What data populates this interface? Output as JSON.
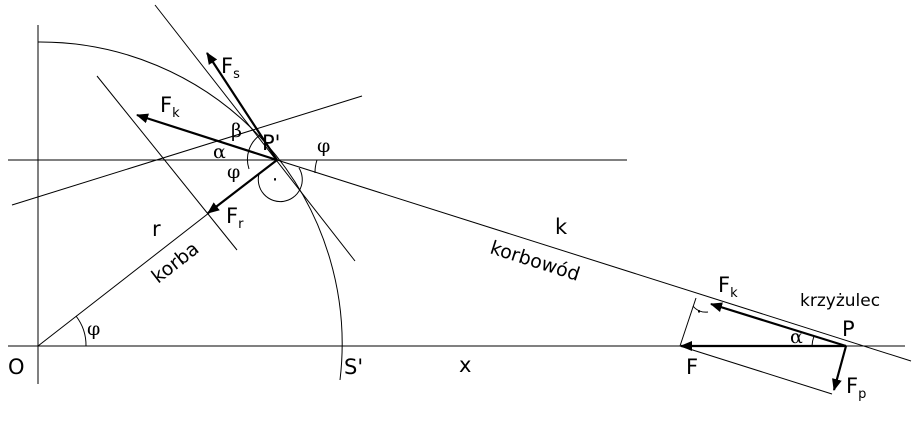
{
  "labels": {
    "O": "O",
    "S_prime": "S'",
    "x": "x",
    "F": "F",
    "P": "P",
    "P_prime": "P'",
    "r": "r",
    "k": "k",
    "korba": "korba",
    "korbowod": "korbowód",
    "krzyzulec": "krzyżulec",
    "phi": "φ",
    "alpha": "α",
    "beta": "β",
    "right_angle_dot": "·"
  },
  "forces": {
    "Fs": {
      "main": "F",
      "sub": "s"
    },
    "Fk_top": {
      "main": "F",
      "sub": "k"
    },
    "Fr": {
      "main": "F",
      "sub": "r"
    },
    "Fk_bottom": {
      "main": "F",
      "sub": "k"
    },
    "Fp": {
      "main": "F",
      "sub": "p"
    }
  }
}
